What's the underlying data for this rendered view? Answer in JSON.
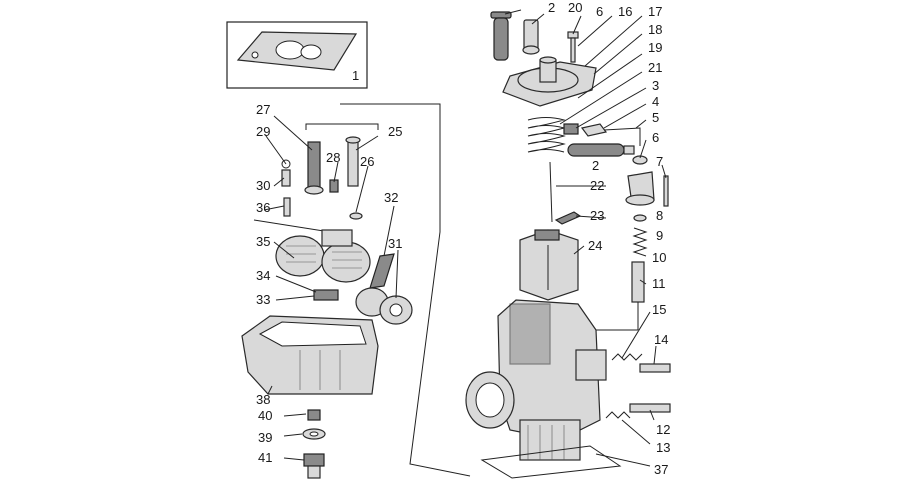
{
  "diagram": {
    "labels": [
      "1",
      "2",
      "20",
      "6",
      "16",
      "17",
      "18",
      "19",
      "21",
      "3",
      "4",
      "5",
      "2",
      "6",
      "7",
      "8",
      "9",
      "10",
      "11",
      "22",
      "23",
      "24",
      "15",
      "14",
      "12",
      "13",
      "37",
      "27",
      "25",
      "29",
      "28",
      "26",
      "30",
      "36",
      "32",
      "31",
      "35",
      "34",
      "33",
      "38",
      "40",
      "39",
      "41"
    ]
  }
}
